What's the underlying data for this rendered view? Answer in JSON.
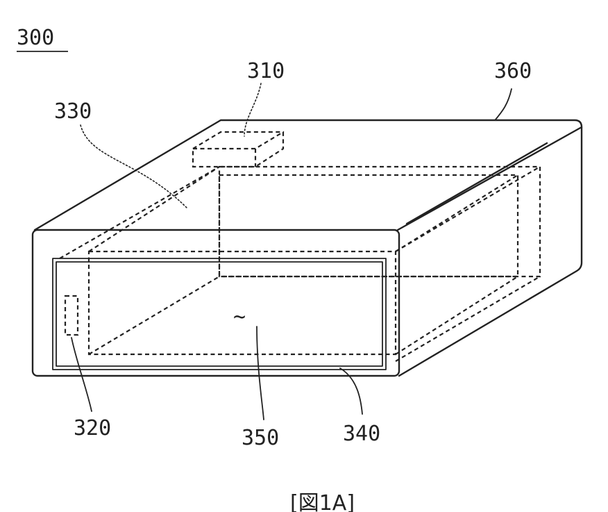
{
  "figure": {
    "main_label": "300",
    "caption": "[図1A]",
    "labels": {
      "l310": "310",
      "l320": "320",
      "l330": "330",
      "l340": "340",
      "l350": "350",
      "l360": "360"
    },
    "wave_symbol": "~"
  }
}
